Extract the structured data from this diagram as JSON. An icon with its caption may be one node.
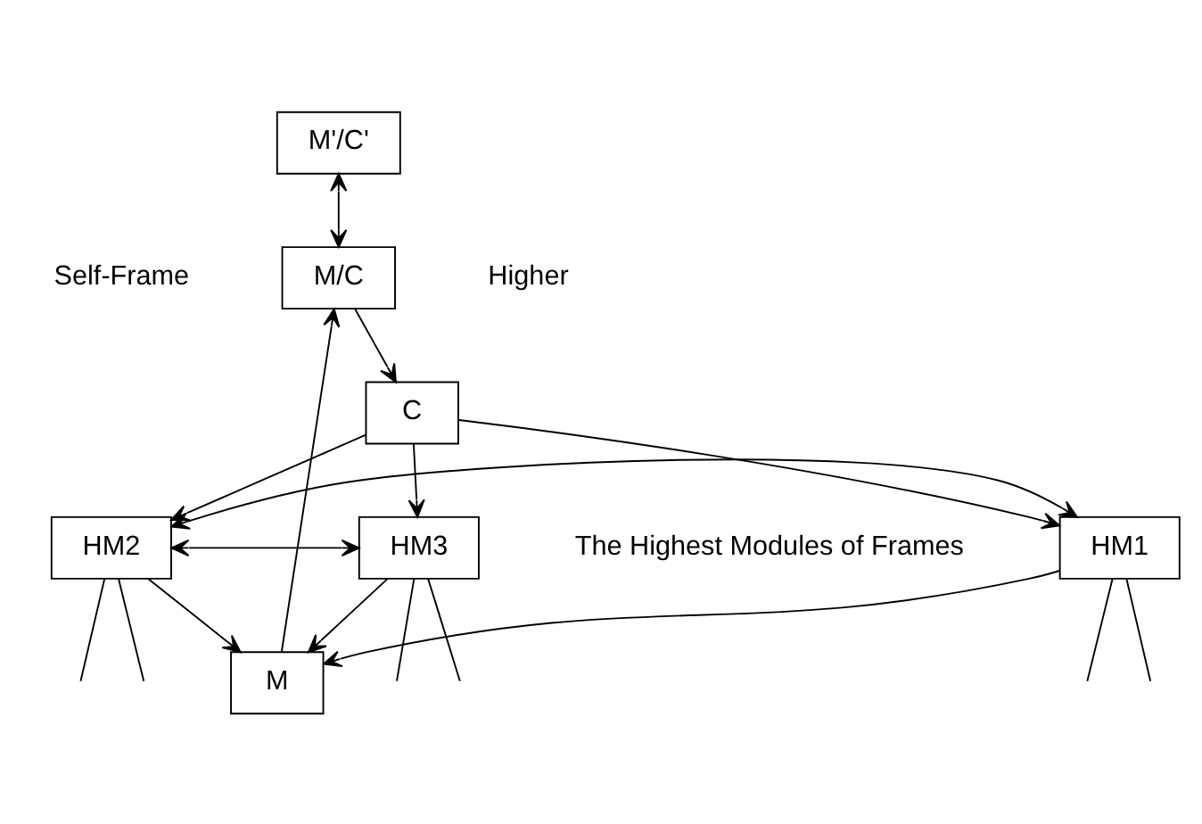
{
  "diagram": {
    "nodes": [
      {
        "text": [
          "M'/C'"
        ]
      },
      {
        "text": [
          "M/C"
        ]
      },
      {
        "text": [
          "M"
        ]
      },
      {
        "text": [
          "C"
        ]
      },
      {
        "text": [
          "HM1"
        ]
      },
      {
        "text": [
          "HM2"
        ]
      },
      {
        "text": [
          "HM3"
        ]
      }
    ],
    "edges": [
      {
        "from": 0,
        "to": 1,
        "arrow": "both"
      },
      {
        "from": 2,
        "to": 1,
        "arrow": "to"
      },
      {
        "from": 1,
        "to": 3,
        "arrow": "to"
      },
      {
        "from": 4,
        "to": 2,
        "arrow": "to"
      },
      {
        "from": 5,
        "to": 2,
        "arrow": "to"
      },
      {
        "from": 6,
        "to": 2,
        "arrow": "to"
      },
      {
        "from": 3,
        "to": 4,
        "arrow": "to"
      },
      {
        "from": 3,
        "to": 5,
        "arrow": "to"
      },
      {
        "from": 3,
        "to": 6,
        "arrow": "to"
      },
      {
        "from": 4,
        "to": 5,
        "arrow": "both"
      },
      {
        "from": 5,
        "to": 6,
        "arrow": "both"
      },
      {
        "from": 4,
        "to": null,
        "arrow": "none"
      },
      {
        "from": 4,
        "to": null,
        "arrow": "none"
      },
      {
        "from": 5,
        "to": null,
        "arrow": "none"
      },
      {
        "from": 5,
        "to": null,
        "arrow": "none"
      },
      {
        "from": 6,
        "to": null,
        "arrow": "none"
      },
      {
        "from": 6,
        "to": null,
        "arrow": "none"
      }
    ],
    "labels": [
      "Self-Frame",
      "Higher",
      "The Highest Modules of Frames"
    ]
  }
}
